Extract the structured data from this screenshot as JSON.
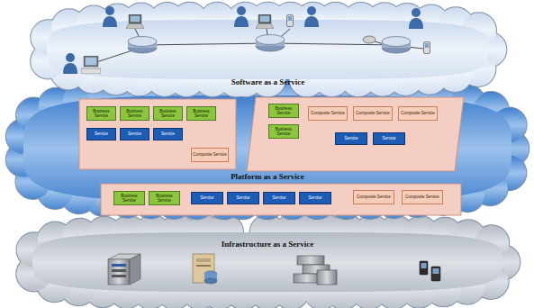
{
  "diagram": {
    "nodes": [
      {
        "text": [
          "Software as a Service"
        ]
      },
      {
        "text": [
          "Platform as a Service"
        ]
      },
      {
        "text": [
          "Business Service"
        ],
        "in": 1
      },
      {
        "text": [
          "Business Service"
        ],
        "in": 1
      },
      {
        "text": [
          "Business Service"
        ],
        "in": 1
      },
      {
        "text": [
          "Business Service"
        ],
        "in": 1
      },
      {
        "text": [
          "Service"
        ],
        "in": 1
      },
      {
        "text": [
          "Service"
        ],
        "in": 1
      },
      {
        "text": [
          "Service"
        ],
        "in": 1
      },
      {
        "text": [
          "Composite Service"
        ],
        "in": 1
      },
      {
        "text": [
          "Business Service"
        ],
        "in": 1
      },
      {
        "text": [
          "Composite Service"
        ],
        "in": 1
      },
      {
        "text": [
          "Composite Service"
        ],
        "in": 1
      },
      {
        "text": [
          "Composite Service"
        ],
        "in": 1
      },
      {
        "text": [
          "Business Service"
        ],
        "in": 1
      },
      {
        "text": [
          "Service"
        ],
        "in": 1
      },
      {
        "text": [
          "Service"
        ],
        "in": 1
      },
      {
        "text": [
          "Business Service"
        ],
        "in": 1
      },
      {
        "text": [
          "Business Service"
        ],
        "in": 1
      },
      {
        "text": [
          "Service"
        ],
        "in": 1
      },
      {
        "text": [
          "Service"
        ],
        "in": 1
      },
      {
        "text": [
          "Service"
        ],
        "in": 1
      },
      {
        "text": [
          "Service"
        ],
        "in": 1
      },
      {
        "text": [
          "Composite Service"
        ],
        "in": 1
      },
      {
        "text": [
          "Composite Service"
        ],
        "in": 1
      },
      {
        "text": [
          "Infrastructure as a Service"
        ]
      }
    ]
  }
}
